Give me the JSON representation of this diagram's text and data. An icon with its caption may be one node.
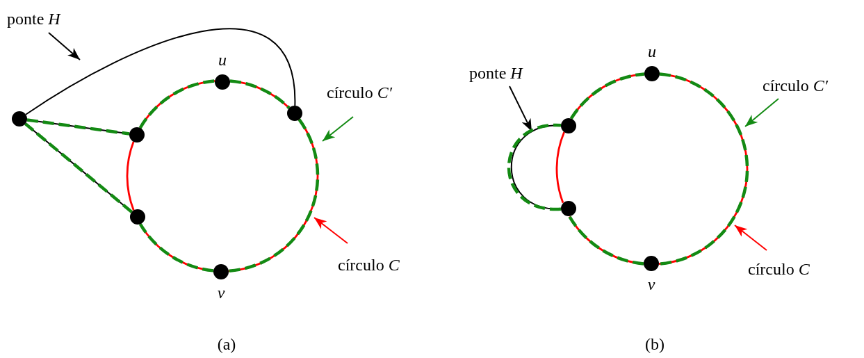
{
  "diagram": {
    "nodes": [
      {
        "text": [],
        "shape": "circle"
      },
      {
        "text": [],
        "shape": "circle"
      },
      {
        "text": [],
        "shape": "circle",
        "beside": [
          "u"
        ]
      },
      {
        "text": [],
        "shape": "circle"
      },
      {
        "text": [],
        "shape": "circle"
      },
      {
        "text": [],
        "shape": "circle",
        "beside": [
          "v"
        ]
      },
      {
        "text": [
          "ponte *H*"
        ]
      },
      {
        "text": [
          "círculo *C′*"
        ]
      },
      {
        "text": [
          "círculo *C*"
        ]
      },
      {
        "text": [],
        "shape": "circle"
      },
      {
        "text": [],
        "shape": "circle",
        "beside": [
          "u"
        ]
      },
      {
        "text": [],
        "shape": "circle"
      },
      {
        "text": [],
        "shape": "circle",
        "beside": [
          "v"
        ]
      },
      {
        "text": [
          "ponte *H*"
        ]
      },
      {
        "text": [
          "círculo *C′*"
        ]
      },
      {
        "text": [
          "círculo *C*"
        ]
      }
    ],
    "edges": [
      {
        "from": 0,
        "to": 1,
        "arrow": "none",
        "color": "#000000"
      },
      {
        "from": 0,
        "to": 4,
        "arrow": "none",
        "color": "#000000"
      },
      {
        "from": 0,
        "to": 3,
        "arrow": "none",
        "color": "#000000"
      },
      {
        "from": 2,
        "to": 3,
        "arrow": "none",
        "color": "#ff0000"
      },
      {
        "from": 3,
        "to": 5,
        "arrow": "none",
        "color": "#ff0000"
      },
      {
        "from": 5,
        "to": 4,
        "arrow": "none",
        "color": "#ff0000"
      },
      {
        "from": 4,
        "to": 1,
        "arrow": "none",
        "color": "#ff0000"
      },
      {
        "from": 1,
        "to": 2,
        "arrow": "none",
        "color": "#ff0000"
      },
      {
        "from": 2,
        "to": 3,
        "arrow": "none",
        "style": "dashed",
        "color": "#138a13"
      },
      {
        "from": 3,
        "to": 5,
        "arrow": "none",
        "style": "dashed",
        "color": "#138a13"
      },
      {
        "from": 5,
        "to": 4,
        "arrow": "none",
        "style": "dashed",
        "color": "#138a13"
      },
      {
        "from": 4,
        "to": 0,
        "arrow": "none",
        "style": "dashed",
        "color": "#138a13"
      },
      {
        "from": 0,
        "to": 1,
        "arrow": "none",
        "style": "dashed",
        "color": "#138a13"
      },
      {
        "from": 1,
        "to": 2,
        "arrow": "none",
        "style": "dashed",
        "color": "#138a13"
      },
      {
        "from": 6,
        "to": null,
        "arrow": "to",
        "color": "#000000"
      },
      {
        "from": 7,
        "to": null,
        "arrow": "to",
        "color": "#138a13"
      },
      {
        "from": 8,
        "to": null,
        "arrow": "to",
        "color": "#ff0000"
      },
      {
        "from": 9,
        "to": 11,
        "arrow": "none",
        "color": "#000000"
      },
      {
        "from": 10,
        "to": 12,
        "arrow": "none",
        "color": "#ff0000"
      },
      {
        "from": 12,
        "to": 11,
        "arrow": "none",
        "color": "#ff0000"
      },
      {
        "from": 11,
        "to": 9,
        "arrow": "none",
        "color": "#ff0000"
      },
      {
        "from": 9,
        "to": 10,
        "arrow": "none",
        "color": "#ff0000"
      },
      {
        "from": 10,
        "to": 12,
        "arrow": "none",
        "style": "dashed",
        "color": "#138a13"
      },
      {
        "from": 12,
        "to": 11,
        "arrow": "none",
        "style": "dashed",
        "color": "#138a13"
      },
      {
        "from": 11,
        "to": 9,
        "arrow": "none",
        "style": "dashed",
        "color": "#138a13"
      },
      {
        "from": 9,
        "to": 10,
        "arrow": "none",
        "style": "dashed",
        "color": "#138a13"
      },
      {
        "from": 13,
        "to": null,
        "arrow": "to",
        "color": "#000000"
      },
      {
        "from": 14,
        "to": null,
        "arrow": "to",
        "color": "#138a13"
      },
      {
        "from": 15,
        "to": null,
        "arrow": "to",
        "color": "#ff0000"
      }
    ],
    "labels": [
      "(a)",
      "(b)"
    ]
  }
}
